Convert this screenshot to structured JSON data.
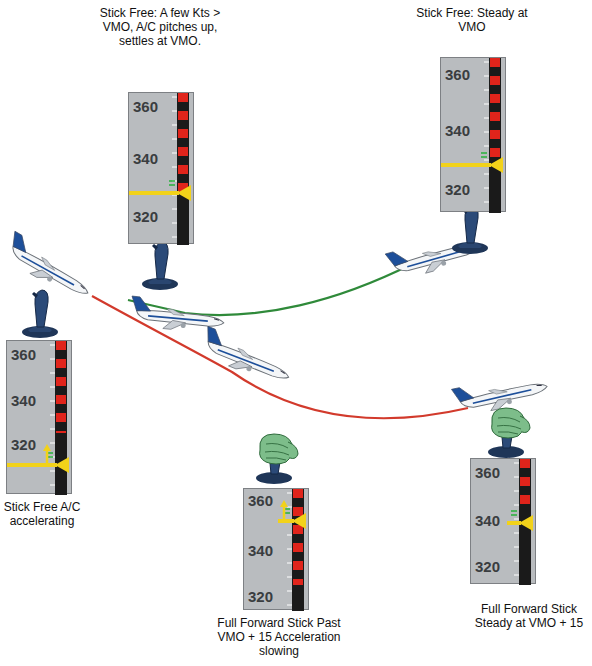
{
  "diagram": {
    "nodes": [
      {
        "text": [
          "360",
          "340",
          "320"
        ]
      },
      {
        "text": [
          "360",
          "340",
          "320"
        ]
      },
      {
        "text": [
          "360",
          "340",
          "320"
        ]
      },
      {
        "text": [
          "360",
          "340",
          "320"
        ]
      },
      {
        "text": [
          "360",
          "340",
          "320"
        ]
      }
    ],
    "labels": [
      "Stick Free: A few Kts > VMO, A/C pitches up, settles at VMO.",
      "Stick Free: Steady at VMO",
      "Stick Free A/C accelerating",
      "Full Forward Stick Past VMO + 15 Acceleration slowing",
      "Full Forward Stick Steady at VMO + 15"
    ]
  }
}
